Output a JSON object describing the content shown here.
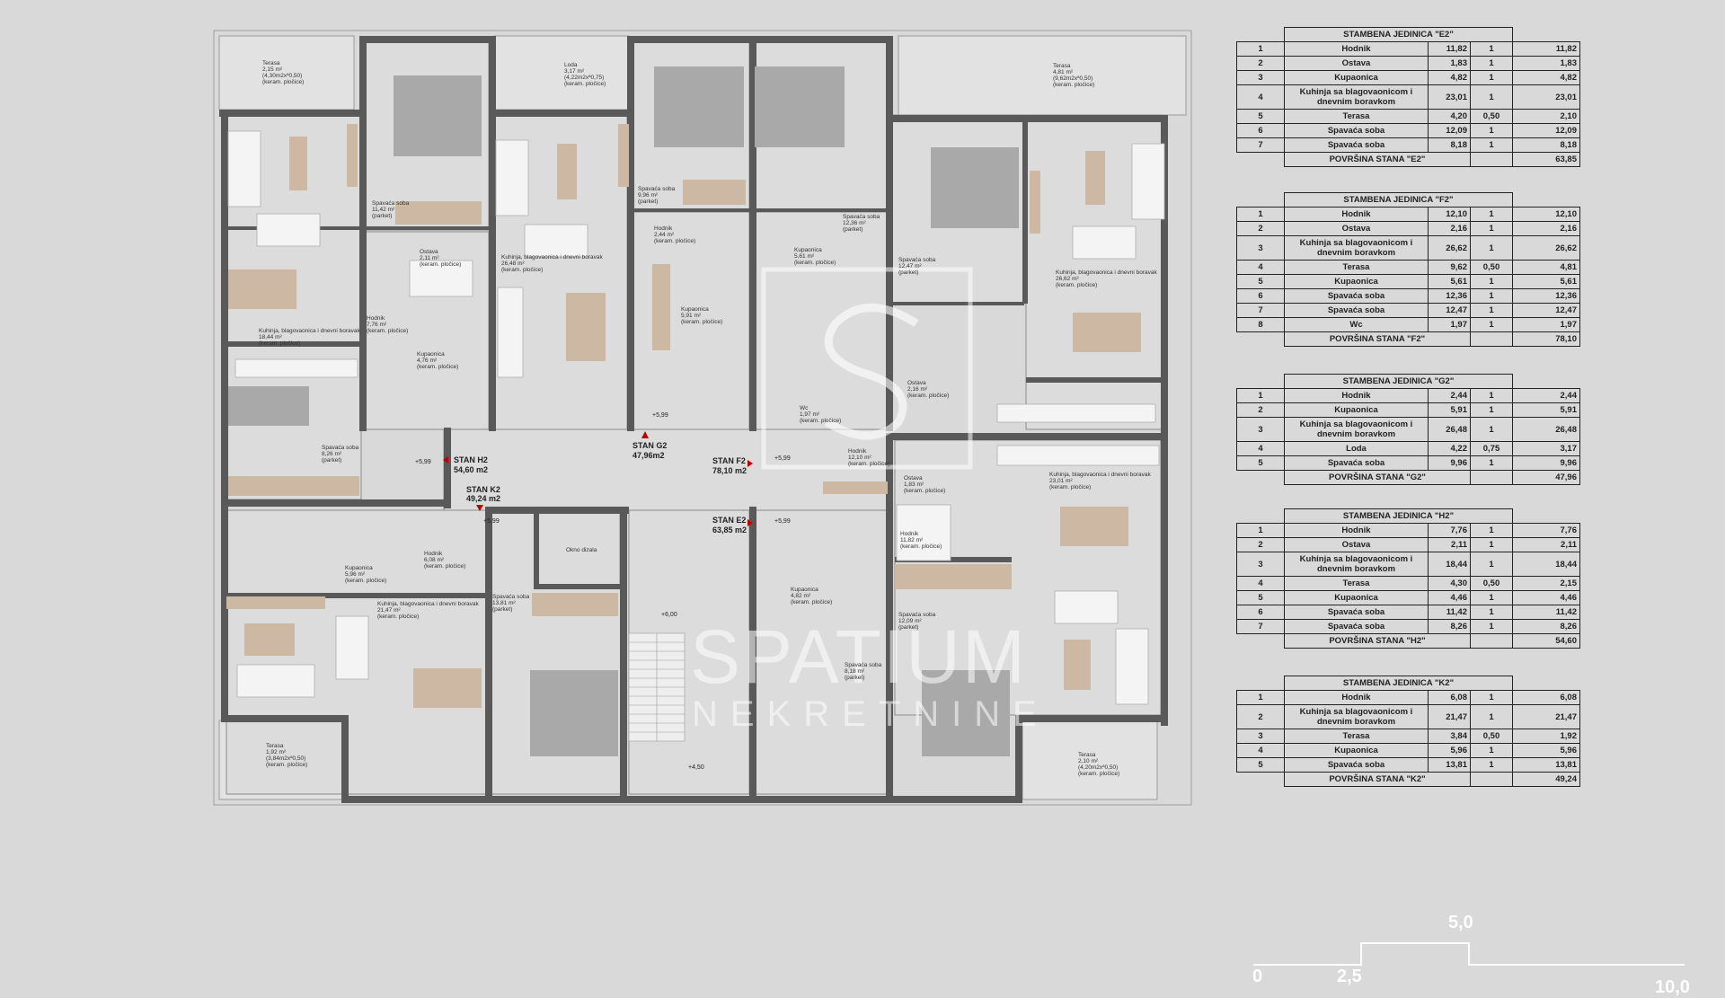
{
  "watermark": {
    "line1": "SPATIUM",
    "line2": "NEKRETNINE"
  },
  "units": [
    {
      "label": "STAN H2",
      "area": "54,60 m2"
    },
    {
      "label": "STAN K2",
      "area": "49,24 m2"
    },
    {
      "label": "STAN G2",
      "area": "47,96m2"
    },
    {
      "label": "STAN F2",
      "area": "78,10 m2"
    },
    {
      "label": "STAN E2",
      "area": "63,85 m2"
    }
  ],
  "levels": [
    "+5,99",
    "+5,99",
    "+5,99",
    "+5,99",
    "+5,99",
    "+6,00",
    "+4,50"
  ],
  "rooms": [
    {
      "name": "Terasa",
      "l2": "2,15 m²",
      "l3": "(4,30m2xª0,50)",
      "l4": "(keram. pločice)"
    },
    {
      "name": "Spavaća soba",
      "l2": "11,42 m²",
      "l3": "(parket)"
    },
    {
      "name": "Loda",
      "l2": "3,17 m²",
      "l3": "(4,22m2xª0,75)",
      "l4": "(keram. pločice)"
    },
    {
      "name": "Spavaća soba",
      "l2": "9,96 m²",
      "l3": "(parket)"
    },
    {
      "name": "Ostava",
      "l2": "2,11 m²",
      "l3": "(keram. pločice)"
    },
    {
      "name": "Hodnik",
      "l2": "7,76 m²",
      "l3": "(keram. pločice)"
    },
    {
      "name": "Kupaonica",
      "l2": "4,76 m²",
      "l3": "(keram. pločice)"
    },
    {
      "name": "Kuhinja, blagovaonica i dnevni boravak",
      "l2": "18,44 m²",
      "l3": "(keram. pločice)"
    },
    {
      "name": "Kuhinja, blagovaonica i dnevni boravak",
      "l2": "26,48 m²",
      "l3": "(keram. pločice)"
    },
    {
      "name": "Hodnik",
      "l2": "2,44 m²",
      "l3": "(keram. pločice)"
    },
    {
      "name": "Kupaonica",
      "l2": "5,91 m²",
      "l3": "(keram. pločice)"
    },
    {
      "name": "Spavaća soba",
      "l2": "8,26 m²",
      "l3": "(parket)"
    },
    {
      "name": "Terasa",
      "l2": "4,81 m²",
      "l3": "(9,62m2xª0,50)",
      "l4": "(keram. pločice)"
    },
    {
      "name": "Spavaća soba",
      "l2": "12,36 m²",
      "l3": "(parket)"
    },
    {
      "name": "Kupaonica",
      "l2": "5,61 m²",
      "l3": "(keram. pločice)"
    },
    {
      "name": "Spavaća soba",
      "l2": "12,47 m²",
      "l3": "(parket)"
    },
    {
      "name": "Kuhinja, blagovaonica i dnevni boravak",
      "l2": "26,62 m²",
      "l3": "(keram. pločice)"
    },
    {
      "name": "Ostava",
      "l2": "2,16 m²",
      "l3": "(keram. pločice)"
    },
    {
      "name": "Wc",
      "l2": "1,97 m²",
      "l3": "(keram. pločice)"
    },
    {
      "name": "Hodnik",
      "l2": "12,10 m²",
      "l3": "(keram. pločice)"
    },
    {
      "name": "Ostava",
      "l2": "1,83 m²",
      "l3": "(keram. pločice)"
    },
    {
      "name": "Kuhinja, blagovaonica i dnevni boravak",
      "l2": "23,01 m²",
      "l3": "(keram. pločice)"
    },
    {
      "name": "Hodnik",
      "l2": "6,08 m²",
      "l3": "(keram. pločice)"
    },
    {
      "name": "Kupaonica",
      "l2": "5,96 m²",
      "l3": "(keram. pločice)"
    },
    {
      "name": "Kuhinja, blagovaonica i dnevni boravak",
      "l2": "21,47 m²",
      "l3": "(keram. pločice)"
    },
    {
      "name": "Spavaća soba",
      "l2": "13,81 m²",
      "l3": "(parket)"
    },
    {
      "name": "Okno dizala"
    },
    {
      "name": "Hodnik",
      "l2": "11,82 m²",
      "l3": "(keram. pločice)"
    },
    {
      "name": "Kupaonica",
      "l2": "4,82 m²",
      "l3": "(keram. pločice)"
    },
    {
      "name": "Spavaća soba",
      "l2": "12,09 m²",
      "l3": "(parket)"
    },
    {
      "name": "Spavaća soba",
      "l2": "8,18 m²",
      "l3": "(parket)"
    },
    {
      "name": "Terasa",
      "l2": "1,92 m²",
      "l3": "(3,84m2xª0,50)",
      "l4": "(keram. pločice)"
    },
    {
      "name": "Terasa",
      "l2": "2,10 m²",
      "l3": "(4,20m2xª0,50)",
      "l4": "(keram. pločice)"
    }
  ],
  "tables": [
    {
      "title": "STAMBENA JEDINICA \"E2\"",
      "rows": [
        {
          "no": "1",
          "name": "Hodnik",
          "area": "11,82",
          "coef": "1",
          "total": "11,82"
        },
        {
          "no": "2",
          "name": "Ostava",
          "area": "1,83",
          "coef": "1",
          "total": "1,83"
        },
        {
          "no": "3",
          "name": "Kupaonica",
          "area": "4,82",
          "coef": "1",
          "total": "4,82"
        },
        {
          "no": "4",
          "name": "Kuhinja sa blagovaonicom i dnevnim boravkom",
          "area": "23,01",
          "coef": "1",
          "total": "23,01"
        },
        {
          "no": "5",
          "name": "Terasa",
          "area": "4,20",
          "coef": "0,50",
          "total": "2,10"
        },
        {
          "no": "6",
          "name": "Spavaća soba",
          "area": "12,09",
          "coef": "1",
          "total": "12,09"
        },
        {
          "no": "7",
          "name": "Spavaća soba",
          "area": "8,18",
          "coef": "1",
          "total": "8,18"
        }
      ],
      "sum_label": "POVRŠINA STANA \"E2\"",
      "sum": "63,85"
    },
    {
      "title": "STAMBENA JEDINICA \"F2\"",
      "rows": [
        {
          "no": "1",
          "name": "Hodnik",
          "area": "12,10",
          "coef": "1",
          "total": "12,10"
        },
        {
          "no": "2",
          "name": "Ostava",
          "area": "2,16",
          "coef": "1",
          "total": "2,16"
        },
        {
          "no": "3",
          "name": "Kuhinja sa blagovaonicom i dnevnim boravkom",
          "area": "26,62",
          "coef": "1",
          "total": "26,62"
        },
        {
          "no": "4",
          "name": "Terasa",
          "area": "9,62",
          "coef": "0,50",
          "total": "4,81"
        },
        {
          "no": "5",
          "name": "Kupaonica",
          "area": "5,61",
          "coef": "1",
          "total": "5,61"
        },
        {
          "no": "6",
          "name": "Spavaća soba",
          "area": "12,36",
          "coef": "1",
          "total": "12,36"
        },
        {
          "no": "7",
          "name": "Spavaća soba",
          "area": "12,47",
          "coef": "1",
          "total": "12,47"
        },
        {
          "no": "8",
          "name": "Wc",
          "area": "1,97",
          "coef": "1",
          "total": "1,97"
        }
      ],
      "sum_label": "POVRŠINA STANA \"F2\"",
      "sum": "78,10"
    },
    {
      "title": "STAMBENA JEDINICA \"G2\"",
      "rows": [
        {
          "no": "1",
          "name": "Hodnik",
          "area": "2,44",
          "coef": "1",
          "total": "2,44"
        },
        {
          "no": "2",
          "name": "Kupaonica",
          "area": "5,91",
          "coef": "1",
          "total": "5,91"
        },
        {
          "no": "3",
          "name": "Kuhinja sa blagovaonicom i dnevnim boravkom",
          "area": "26,48",
          "coef": "1",
          "total": "26,48"
        },
        {
          "no": "4",
          "name": "Loda",
          "area": "4,22",
          "coef": "0,75",
          "total": "3,17"
        },
        {
          "no": "5",
          "name": "Spavaća soba",
          "area": "9,96",
          "coef": "1",
          "total": "9,96"
        }
      ],
      "sum_label": "POVRŠINA STANA \"G2\"",
      "sum": "47,96"
    },
    {
      "title": "STAMBENA JEDINICA \"H2\"",
      "rows": [
        {
          "no": "1",
          "name": "Hodnik",
          "area": "7,76",
          "coef": "1",
          "total": "7,76"
        },
        {
          "no": "2",
          "name": "Ostava",
          "area": "2,11",
          "coef": "1",
          "total": "2,11"
        },
        {
          "no": "3",
          "name": "Kuhinja sa blagovaonicom i dnevnim boravkom",
          "area": "18,44",
          "coef": "1",
          "total": "18,44"
        },
        {
          "no": "4",
          "name": "Terasa",
          "area": "4,30",
          "coef": "0,50",
          "total": "2,15"
        },
        {
          "no": "5",
          "name": "Kupaonica",
          "area": "4,46",
          "coef": "1",
          "total": "4,46"
        },
        {
          "no": "6",
          "name": "Spavaća soba",
          "area": "11,42",
          "coef": "1",
          "total": "11,42"
        },
        {
          "no": "7",
          "name": "Spavaća soba",
          "area": "8,26",
          "coef": "1",
          "total": "8,26"
        }
      ],
      "sum_label": "POVRŠINA STANA \"H2\"",
      "sum": "54,60"
    },
    {
      "title": "STAMBENA JEDINICA \"K2\"",
      "rows": [
        {
          "no": "1",
          "name": "Hodnik",
          "area": "6,08",
          "coef": "1",
          "total": "6,08"
        },
        {
          "no": "2",
          "name": "Kuhinja sa blagovaonicom i dnevnim boravkom",
          "area": "21,47",
          "coef": "1",
          "total": "21,47"
        },
        {
          "no": "3",
          "name": "Terasa",
          "area": "3,84",
          "coef": "0,50",
          "total": "1,92"
        },
        {
          "no": "4",
          "name": "Kupaonica",
          "area": "5,96",
          "coef": "1",
          "total": "5,96"
        },
        {
          "no": "5",
          "name": "Spavaća soba",
          "area": "13,81",
          "coef": "1",
          "total": "13,81"
        }
      ],
      "sum_label": "POVRŠINA STANA \"K2\"",
      "sum": "49,24"
    }
  ],
  "scale": {
    "labels": [
      "0",
      "2,5",
      "5,0",
      "10,0"
    ]
  },
  "colors": {
    "wall": "#595959",
    "wood": "#cdb9a3",
    "background": "#d9d9d9"
  }
}
